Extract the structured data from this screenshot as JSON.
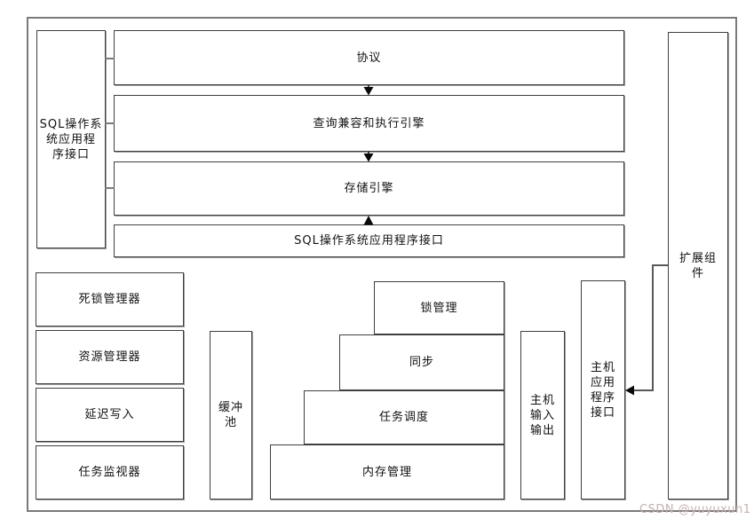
{
  "colors": {
    "bg": "#ffffff",
    "box-border": "#3f3f3f",
    "line-gray": "#7a7a7a",
    "connector-gray": "#595959",
    "arrow-black": "#0a0a0a",
    "watermark-pink": "#c7b0b0",
    "shadow-gray": "#9e9e9e"
  },
  "diagram": {
    "api_left": {
      "label_lines": [
        "SQL操作系",
        "统应用程",
        "序接口"
      ]
    },
    "top_bars": [
      {
        "label": "协议"
      },
      {
        "label": "查询兼容和执行引擎"
      },
      {
        "label": "存储引擎"
      },
      {
        "label": "SQL操作系统应用程序接口"
      }
    ],
    "left_stack": [
      {
        "label": "死锁管理器"
      },
      {
        "label": "资源管理器"
      },
      {
        "label": "延迟写入"
      },
      {
        "label": "任务监视器"
      }
    ],
    "buffer_pool": {
      "label_lines": [
        "缓冲",
        "池"
      ]
    },
    "pyramid": [
      {
        "label": "锁管理"
      },
      {
        "label": "同步"
      },
      {
        "label": "任务调度"
      },
      {
        "label": "内存管理"
      }
    ],
    "host_io": {
      "label_lines": [
        "主机",
        "输入",
        "输出"
      ]
    },
    "host_api": {
      "label_lines": [
        "主机",
        "应用",
        "程序",
        "接口"
      ]
    },
    "extension": {
      "label_lines": [
        "扩展组",
        "件"
      ]
    }
  },
  "watermark": {
    "text": "CSDN @yuyuxun1"
  }
}
